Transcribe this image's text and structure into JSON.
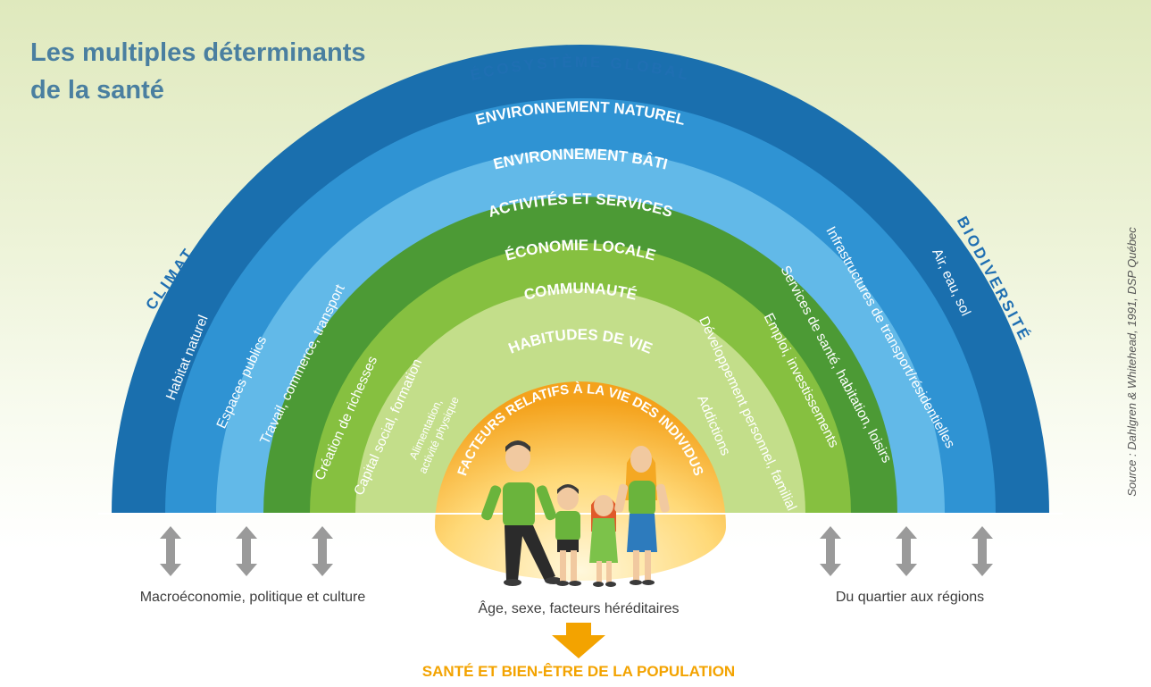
{
  "title": {
    "line1": "Les multiples déterminants",
    "line2": "de la santé"
  },
  "outer_labels": {
    "top": "ÉCOSYSTÈME GLOBAL",
    "left": "CLIMAT",
    "right": "BIODIVERSITÉ"
  },
  "bands": [
    {
      "title": "ENVIRONNEMENT NATUREL",
      "left": "Habitat naturel",
      "right": "Air, eau, sol",
      "color": "#1a6fae"
    },
    {
      "title": "ENVIRONNEMENT BÂTI",
      "left": "Espaces publics",
      "right": "Infrastructures de transport/résidentielles",
      "color": "#2f93d3"
    },
    {
      "title": "ACTIVITÉS ET SERVICES",
      "left": "Travail, commerce, transport",
      "right": "Services de santé, habitation, loisirs",
      "color": "#62b9e8"
    },
    {
      "title": "ÉCONOMIE LOCALE",
      "left": "Création de richesses",
      "right": "Emploi, investissements",
      "color": "#4c9a35"
    },
    {
      "title": "COMMUNAUTÉ",
      "left": "Capital social, formation",
      "right": "Développement personnel, familial",
      "color": "#86c040"
    },
    {
      "title": "HABITUDES DE VIE",
      "left_line1": "Alimentation,",
      "left_line2": "activité physique",
      "right": "Addictions",
      "color": "#c3de8a"
    }
  ],
  "core": {
    "title": "FACTEURS RELATIFS À LA VIE DES INDIVIDUS",
    "caption": "Âge, sexe, facteurs héréditaires"
  },
  "bottom": {
    "left_caption": "Macroéconomie, politique et culture",
    "right_caption": "Du quartier aux régions",
    "conclusion": "SANTÉ ET BIEN-ÊTRE DE LA POPULATION"
  },
  "source": "Source : Dahlgren & Whitehead, 1991, DSP Québec",
  "colors": {
    "title": "#4a7fa0",
    "outer_label": "#1f6fb2",
    "arrow_gray": "#9a9a9a",
    "conclusion": "#f3a300",
    "core_orange": "#f6a51a"
  },
  "icons": {
    "updown_arrow": "double-vertical-arrow",
    "down_arrow": "orange-down-arrow"
  }
}
